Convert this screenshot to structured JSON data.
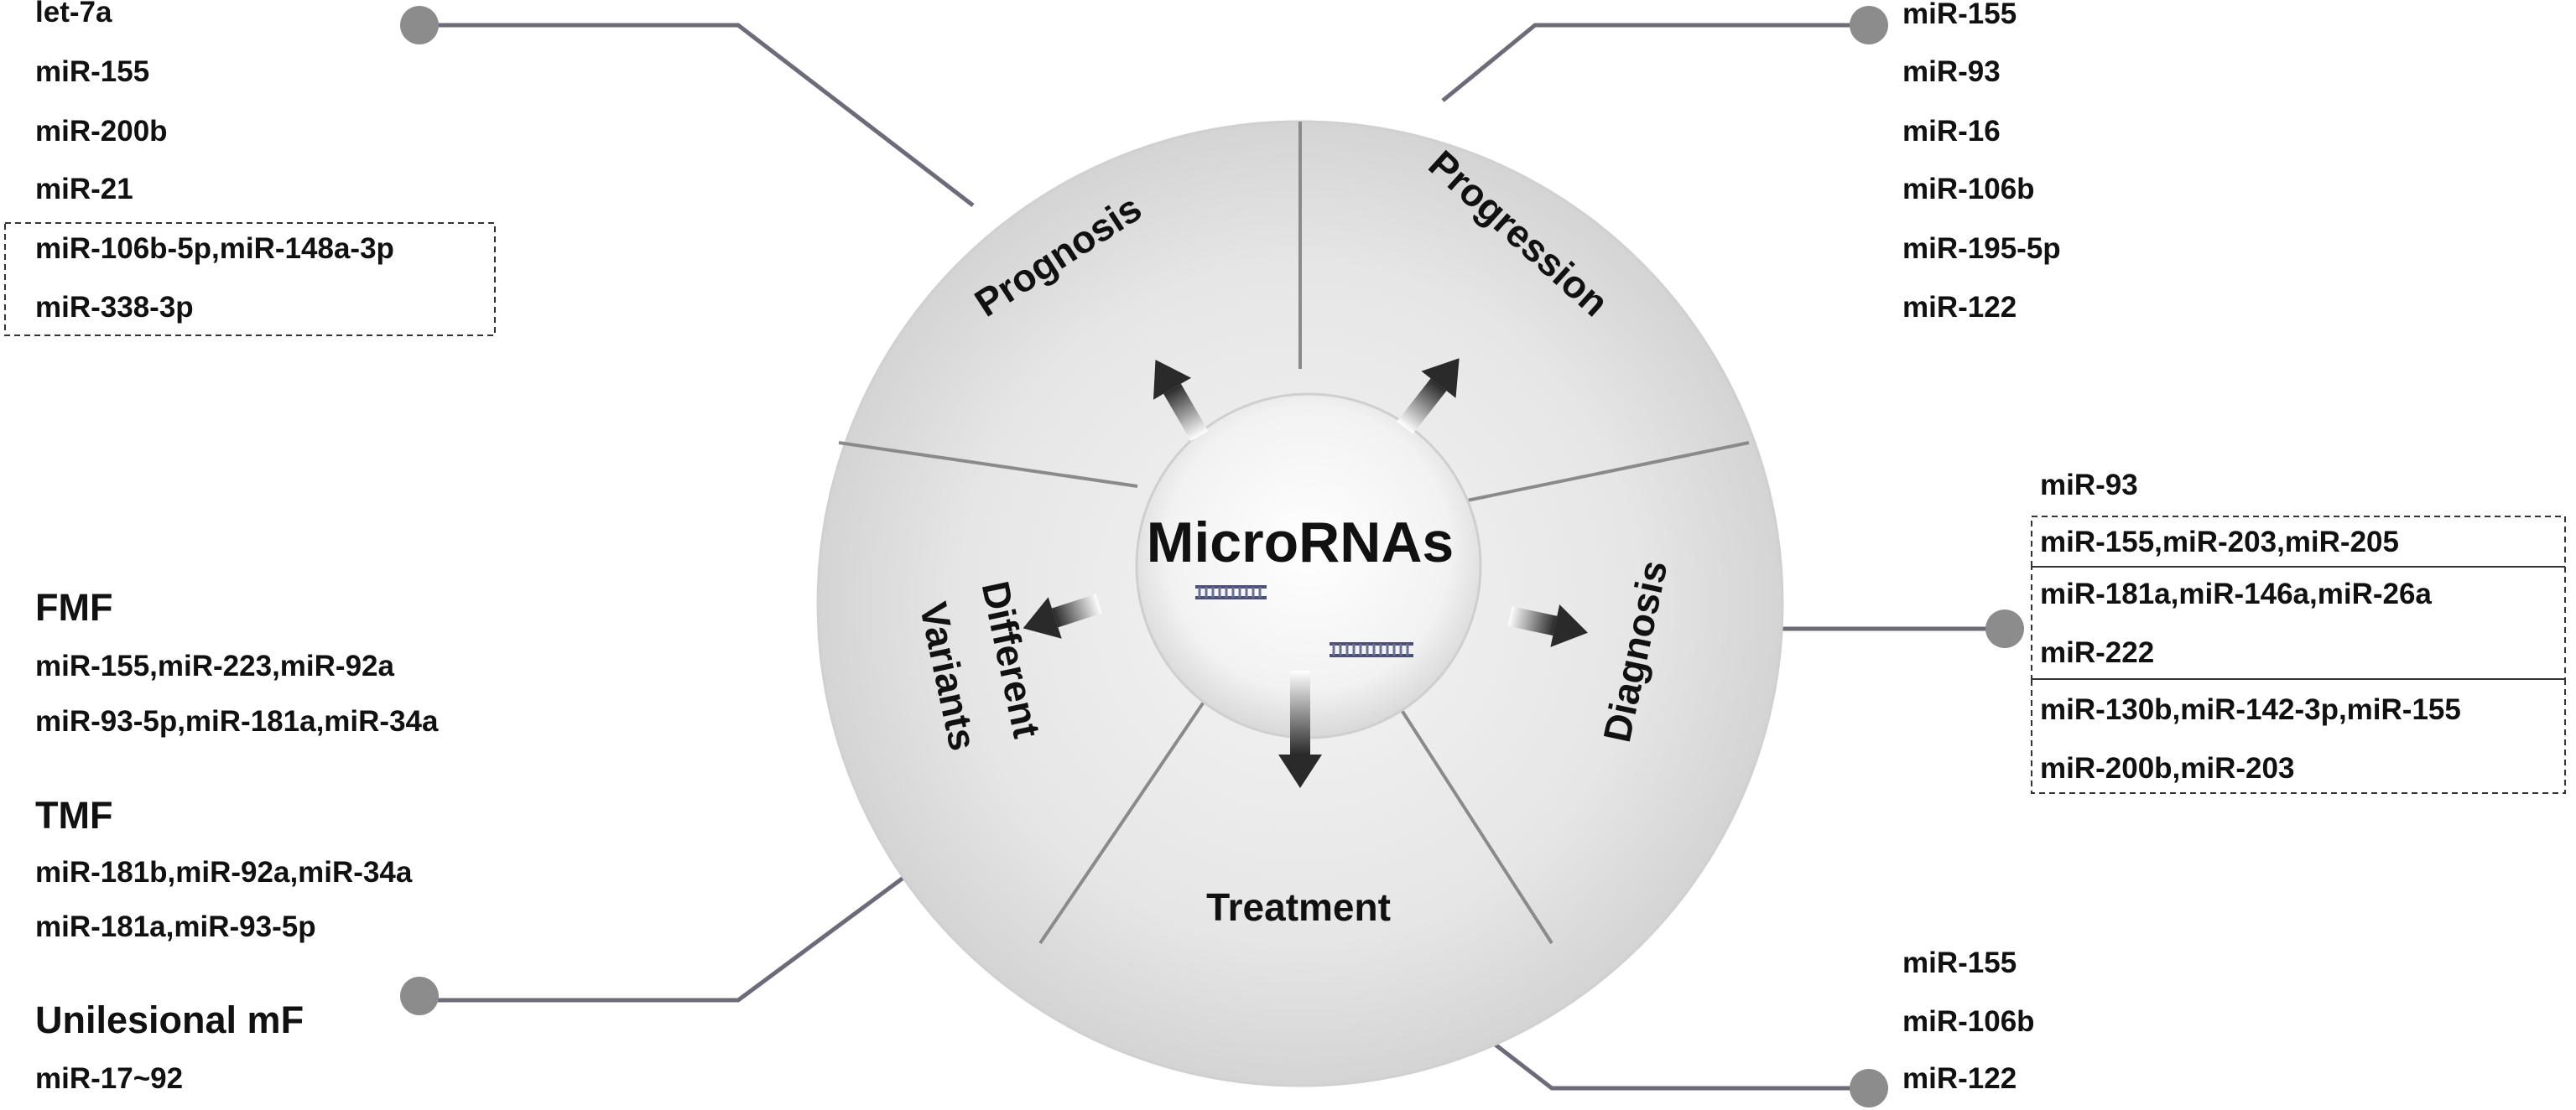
{
  "center": {
    "title": "MicroRNAs"
  },
  "segments": {
    "prognosis": "Prognosis",
    "progression": "Progression",
    "diagnosis": "Diagnosis",
    "treatment": "Treatment",
    "variants_line1": "Different",
    "variants_line2": "Variants"
  },
  "prognosis_list": [
    "let-7a",
    "miR-155",
    "miR-200b",
    "miR-21",
    "miR-106b-5p,miR-148a-3p",
    "miR-338-3p"
  ],
  "progression_list": [
    "miR-155",
    "miR-93",
    "miR-16",
    "miR-106b",
    "miR-195-5p",
    "miR-122"
  ],
  "diagnosis_list": [
    "miR-93",
    "miR-155,miR-203,miR-205",
    "miR-181a,miR-146a,miR-26a",
    "miR-222",
    "miR-130b,miR-142-3p,miR-155",
    "miR-200b,miR-203"
  ],
  "treatment_list": [
    "miR-155",
    "miR-106b",
    "miR-122"
  ],
  "variants": {
    "fmf_title": "FMF",
    "fmf_items": [
      "miR-155,miR-223,miR-92a",
      "miR-93-5p,miR-181a,miR-34a"
    ],
    "tmf_title": "TMF",
    "tmf_items": [
      "miR-181b,miR-92a,miR-34a",
      "miR-181a,miR-93-5p"
    ],
    "uni_title": "Unilesional mF",
    "uni_items": [
      "miR-17~92"
    ]
  },
  "colors": {
    "wheel": "#e4e4e4",
    "divider": "#8a8a8a",
    "connector": "#6c6b78",
    "dot": "#8c8c8c",
    "text": "#111111"
  }
}
